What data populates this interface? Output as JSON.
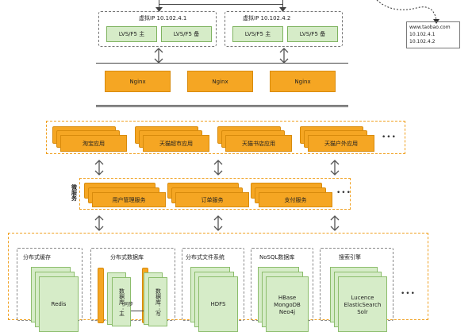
{
  "dns_box": {
    "lines": [
      "www.taobao.com",
      "10.102.4.1",
      "10.102.4.2"
    ]
  },
  "vip_groups": [
    {
      "title": "虚拟IP 10.102.4.1",
      "primary": "LVS/F5 主",
      "backup": "LVS/F5 备"
    },
    {
      "title": "虚拟IP 10.102.4.2",
      "primary": "LVS/F5 主",
      "backup": "LVS/F5 备"
    }
  ],
  "nginx": [
    "Nginx",
    "Nginx",
    "Nginx"
  ],
  "apps": {
    "items": [
      "淘宝应用",
      "天猫超市应用",
      "天猫书店应用",
      "天猫户外应用"
    ],
    "more": "•••"
  },
  "micro": {
    "label": "微服务",
    "items": [
      "用户管理服务",
      "订单服务",
      "支付服务"
    ],
    "more": "•••"
  },
  "storage": {
    "more": "•••",
    "cache": {
      "title": "分布式缓存",
      "label": "Redis"
    },
    "database": {
      "title": "分布式数据库",
      "left": "数据库：主",
      "right": "数据库：写",
      "sync": "同步"
    },
    "filesystem": {
      "title": "分布式文件系统",
      "label": "HDFS"
    },
    "nosql": {
      "title": "NoSQL数据库",
      "lines": [
        "HBase",
        "MongoDB",
        "Neo4j"
      ]
    },
    "search": {
      "title": "搜索引擎",
      "lines": [
        "Lucence",
        "ElasticSearch",
        "Solr"
      ]
    }
  },
  "colors": {
    "orange": "#f5a623",
    "green": "#d6ecc8",
    "border": "#777777"
  },
  "icons": [
    "double-arrow-icon"
  ]
}
